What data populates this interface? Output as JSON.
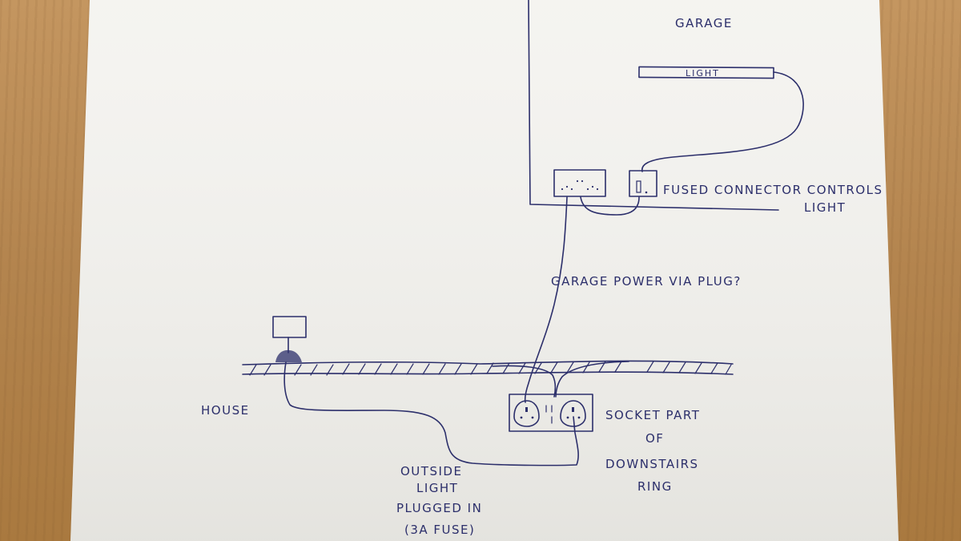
{
  "labels": {
    "garage": "GARAGE",
    "light": "LIGHT",
    "fused_line1": "FUSED CONNECTOR CONTROLS",
    "fused_line2": "LIGHT",
    "garage_power": "GARAGE POWER VIA PLUG?",
    "house": "HOUSE",
    "socket_line1": "SOCKET PART",
    "socket_line2": "OF",
    "socket_line3": "DOWNSTAIRS",
    "socket_line4": "RING",
    "outside_line1": "OUTSIDE",
    "outside_line2": "LIGHT",
    "outside_line3": "PLUGGED IN",
    "outside_line4": "(3A FUSE)"
  },
  "colors": {
    "ink": "#2c2f6b",
    "paper": "#f3f2ee",
    "table": "#b98a52"
  }
}
